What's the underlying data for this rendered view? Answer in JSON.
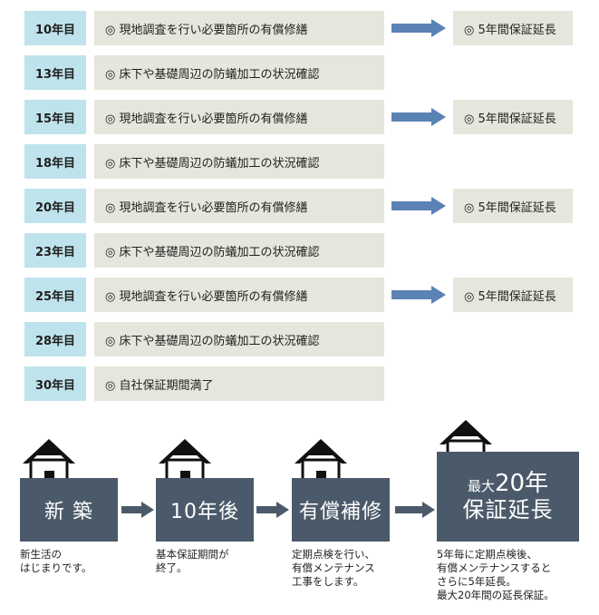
{
  "schedule": [
    {
      "year": "10年目",
      "action": "◎ 現地調査を行い必要箇所の有償修繕",
      "result": "◎ 5年間保証延長"
    },
    {
      "year": "13年目",
      "action": "◎ 床下や基礎周辺の防蟻加工の状況確認",
      "result": null
    },
    {
      "year": "15年目",
      "action": "◎ 現地調査を行い必要箇所の有償修繕",
      "result": "◎ 5年間保証延長"
    },
    {
      "year": "18年目",
      "action": "◎ 床下や基礎周辺の防蟻加工の状況確認",
      "result": null
    },
    {
      "year": "20年目",
      "action": "◎ 現地調査を行い必要箇所の有償修繕",
      "result": "◎ 5年間保証延長"
    },
    {
      "year": "23年目",
      "action": "◎ 床下や基礎周辺の防蟻加工の状況確認",
      "result": null
    },
    {
      "year": "25年目",
      "action": "◎ 現地調査を行い必要箇所の有償修繕",
      "result": "◎ 5年間保証延長"
    },
    {
      "year": "28年目",
      "action": "◎ 床下や基礎周辺の防蟻加工の状況確認",
      "result": null
    },
    {
      "year": "30年目",
      "action": "◎ 自社保証期間満了",
      "result": null
    }
  ],
  "flow": {
    "stage1": {
      "label": "新 築",
      "note": [
        "新生活の",
        "はじまりです。"
      ]
    },
    "stage2": {
      "label": "10年後",
      "note": [
        "基本保証期間が",
        "終了。"
      ]
    },
    "stage3": {
      "label": "有償補修",
      "note": [
        "定期点検を行い、",
        "有償メンテナンス",
        "工事をします。"
      ]
    },
    "stage4": {
      "label_small": "最大",
      "label_num": "20年",
      "label_line2": "保証延長",
      "note": [
        "5年毎に定期点検後、",
        "有償メンテナンスすると",
        "さらに5年延長。",
        "最大20年間の延長保証。"
      ]
    }
  },
  "colors": {
    "year_bg": "#bfe3ec",
    "row_bg": "#e6e6dc",
    "row_arrow": "#5b82b5",
    "stage_box": "#4b5a6a"
  },
  "icons": {
    "row_arrow": "right-arrow-icon",
    "house": "house-icon",
    "flow_arrow": "right-arrow-icon"
  }
}
